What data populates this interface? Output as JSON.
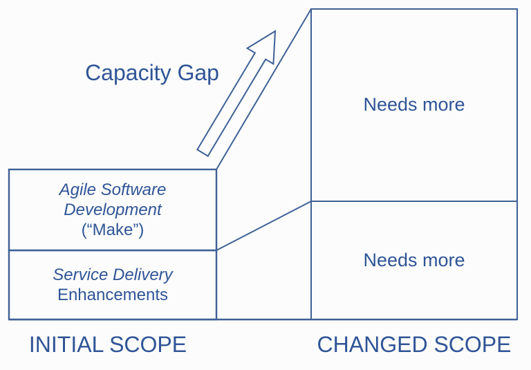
{
  "colors": {
    "text_blue": "#2F5496",
    "line_blue": "#3E6095",
    "background": "#FCFCFC"
  },
  "labels": {
    "capacity_gap": "Capacity Gap"
  },
  "initial_scope": {
    "label": "INITIAL SCOPE",
    "make_box": {
      "line1": "Agile Software",
      "line2": "Development",
      "line3": "(“Make”)"
    },
    "service_box": {
      "line1": "Service Delivery",
      "line2": "Enhancements"
    }
  },
  "changed_scope": {
    "label": "CHANGED SCOPE",
    "top_box_label": "Needs more",
    "bottom_box_label": "Needs more"
  }
}
